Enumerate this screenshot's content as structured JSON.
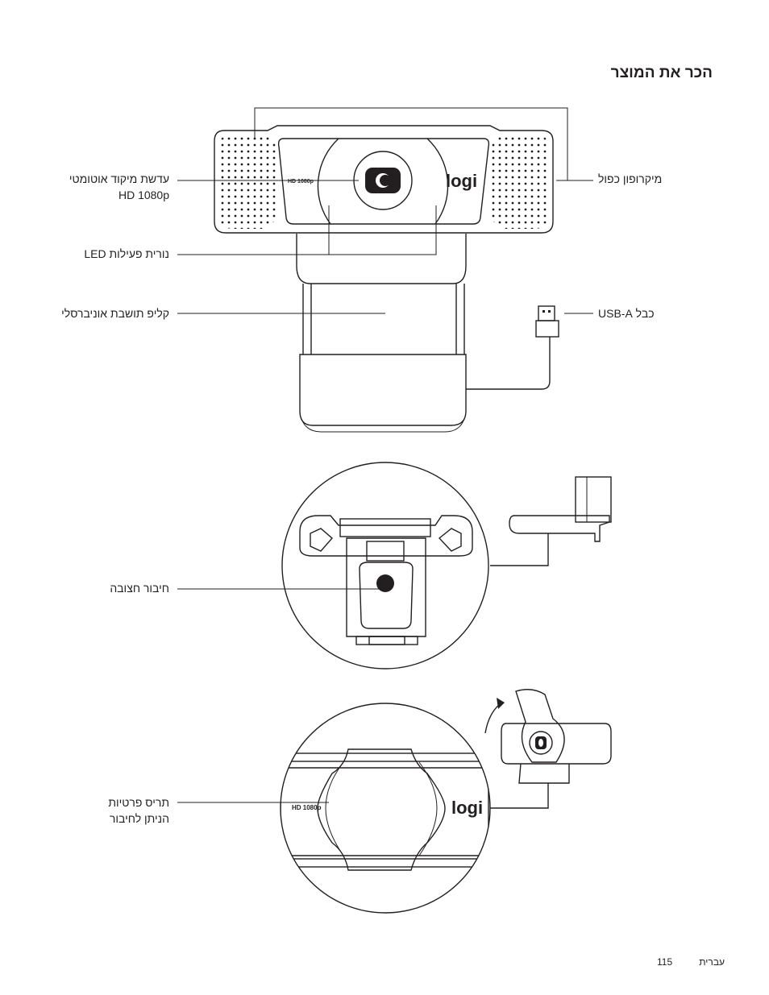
{
  "page": {
    "title": "הכר את המוצר",
    "footer_language": "עברית",
    "page_number": "115"
  },
  "labels": {
    "autofocus_lens_line1": "עדשת מיקוד אוטומטי",
    "autofocus_lens_line2": "HD 1080p",
    "led_light": "נורית פעילות LED",
    "universal_clip": "קליפ תושבת אוניברסלי",
    "dual_microphone": "מיקרופון כפול",
    "usb_cable": "כבל USB-A",
    "tripod_mount": "חיבור חצובה",
    "privacy_shutter_line1": "תריס פרטיות",
    "privacy_shutter_line2": "הניתן לחיבור"
  },
  "camera": {
    "hd_text": "HD 1080p",
    "brand": "logi"
  }
}
